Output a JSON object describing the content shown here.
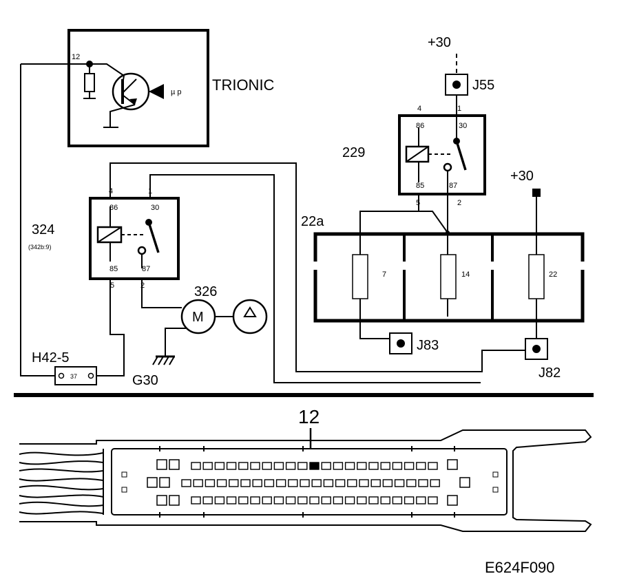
{
  "labels": {
    "trionic": "TRIONIC",
    "up": "µ p",
    "pin12": "12",
    "plus30_top": "+30",
    "plus30_right": "+30",
    "j55": "J55",
    "j83": "J83",
    "j82": "J82",
    "relay229": "229",
    "relay324": "324",
    "relay324_ref": "(342b:9)",
    "pump326": "326",
    "motor": "M",
    "fusebox": "22a",
    "fuse7": "7",
    "fuse14": "14",
    "fuse22": "22",
    "connector": "H42-5",
    "connector_pin": "37",
    "ground": "G30",
    "ecu_pin": "12",
    "figure_id": "E624F090"
  },
  "relay229_pins": {
    "t4": "4",
    "t1": "1",
    "t86": "86",
    "t30": "30",
    "t85": "85",
    "t87": "87",
    "t5": "5",
    "t2": "2"
  },
  "relay324_pins": {
    "t4": "4",
    "t1": "1",
    "t86": "86",
    "t30": "30",
    "t85": "85",
    "t87": "87",
    "t5": "5",
    "t2": "2"
  }
}
